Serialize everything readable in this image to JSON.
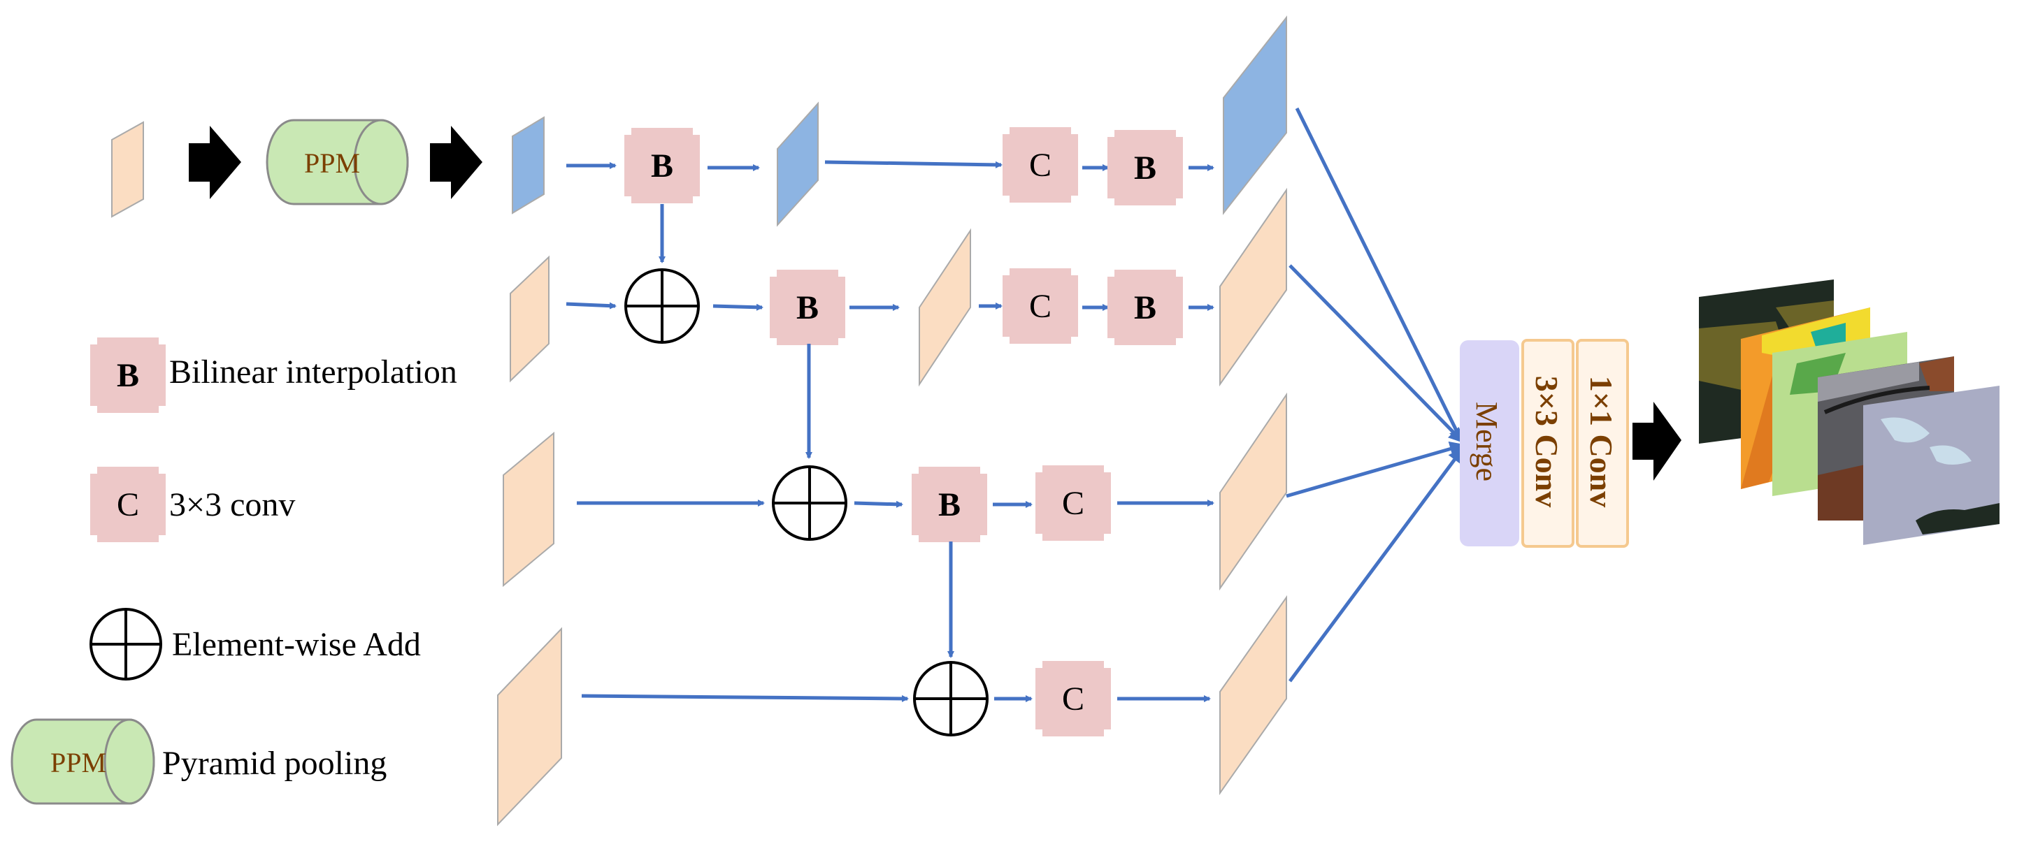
{
  "legend": {
    "bilinear": {
      "symbol": "B",
      "text": "Bilinear interpolation"
    },
    "conv": {
      "symbol": "C",
      "text": "3×3 conv"
    },
    "add": {
      "text": "Element-wise Add"
    },
    "ppm": {
      "symbol": "PPM",
      "text": "Pyramid pooling"
    }
  },
  "nodes": {
    "ppm": "PPM",
    "b": "B",
    "c": "C",
    "merge": "Merge",
    "conv3": "3×3 Conv",
    "conv1": "1×1 Conv"
  },
  "colors": {
    "arrow": "#4472C4",
    "op_fill": "#EDC8C8",
    "feature_orange": "#FBDDC2",
    "feature_blue": "#8DB4E2",
    "ppm_fill": "#C9E8B4",
    "merge_fill": "#D9D5F7",
    "conv_fill": "#FFF4E8",
    "conv_border": "#F5C98F",
    "conv_text": "#7B3F00"
  }
}
